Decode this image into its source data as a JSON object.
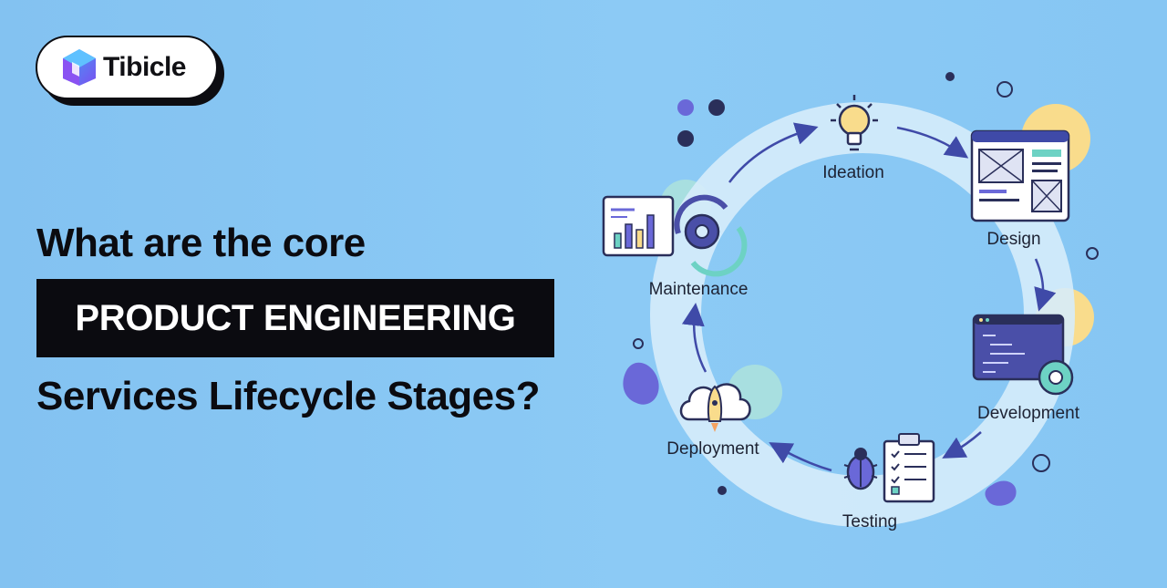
{
  "brand": {
    "name": "Tibicle"
  },
  "headline": {
    "line1": "What are the core",
    "line2": "PRODUCT ENGINEERING",
    "line3": "Services Lifecycle Stages?"
  },
  "lifecycle": {
    "stages": [
      {
        "label": "Ideation",
        "icon": "lightbulb-icon"
      },
      {
        "label": "Design",
        "icon": "wireframe-icon"
      },
      {
        "label": "Development",
        "icon": "code-window-icon"
      },
      {
        "label": "Testing",
        "icon": "bug-checklist-icon"
      },
      {
        "label": "Deployment",
        "icon": "cloud-rocket-icon"
      },
      {
        "label": "Maintenance",
        "icon": "gear-chart-icon"
      }
    ]
  },
  "colors": {
    "background": "#86c5f3",
    "ring": "#d6ecfb",
    "accent": "#5b5fc7",
    "dark": "#0b0b10",
    "highlight": "#f9dc8c"
  }
}
